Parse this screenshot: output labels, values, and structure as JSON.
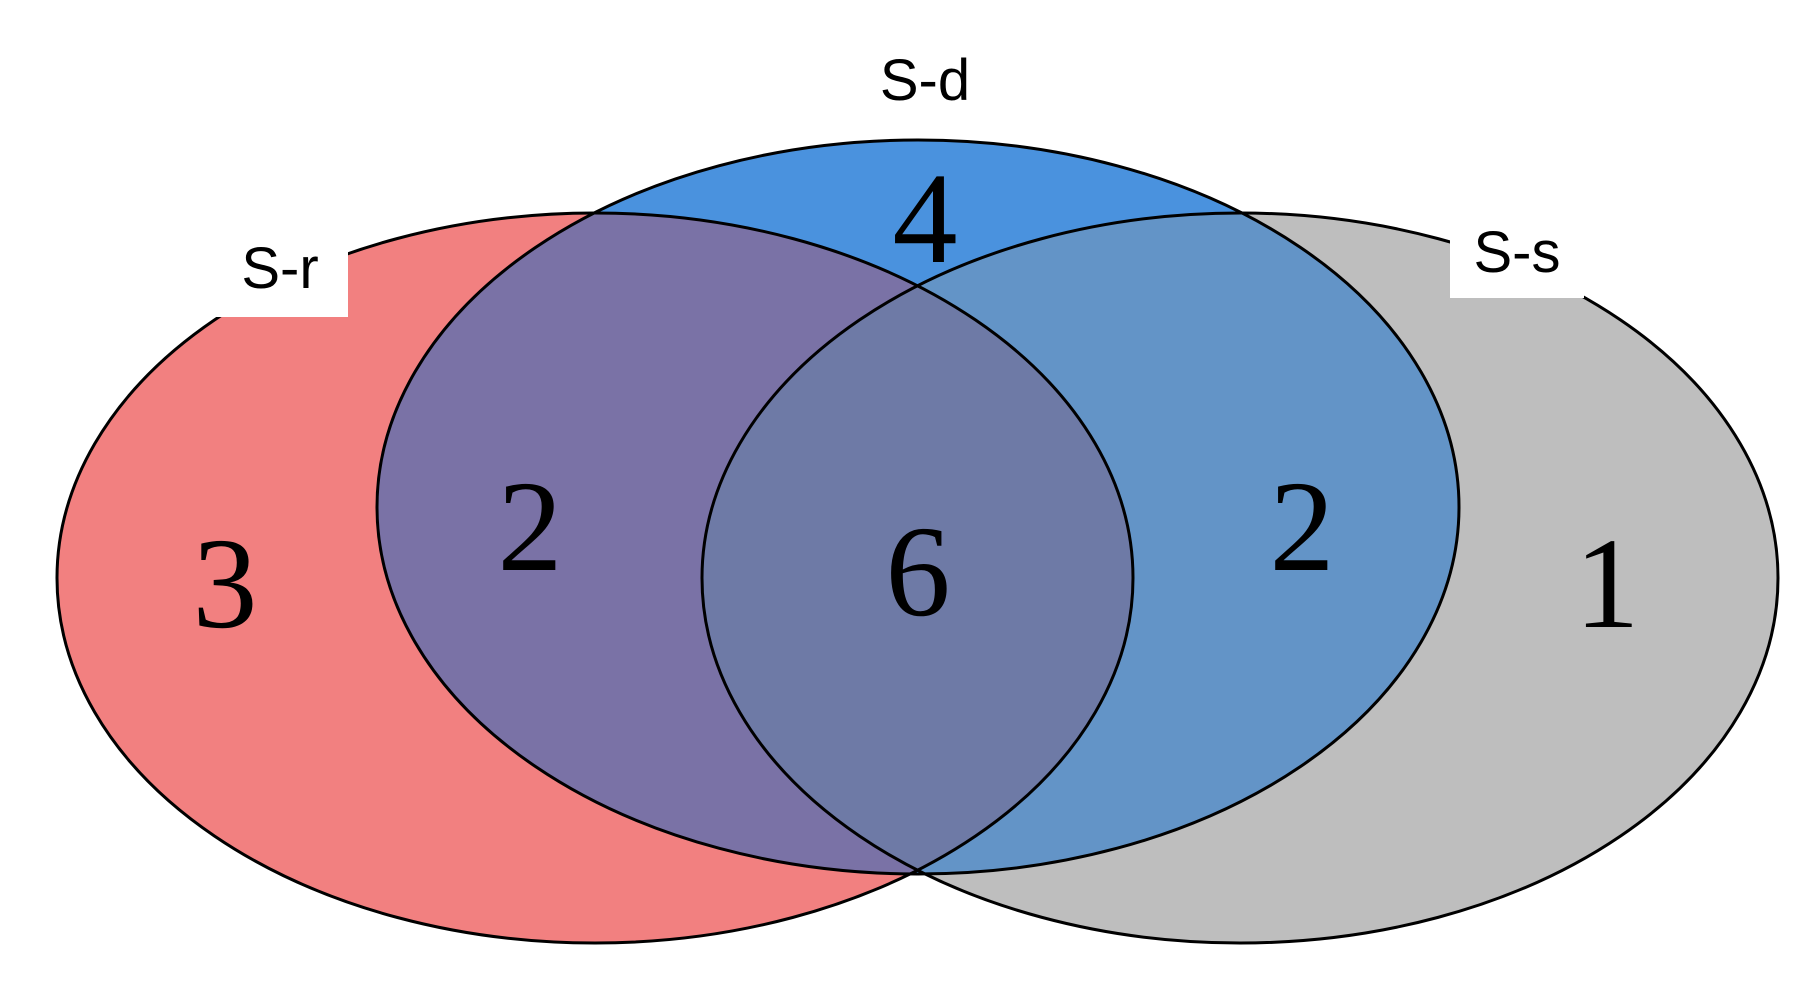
{
  "venn": {
    "sets": [
      {
        "id": "sr",
        "label": "S-r",
        "fill": "#f28080"
      },
      {
        "id": "sd",
        "label": "S-d",
        "fill": "#4a92de"
      },
      {
        "id": "ss",
        "label": "S-s",
        "fill": "#bebebe"
      }
    ],
    "regions": {
      "sr_only": "3",
      "sd_only": "4",
      "ss_only": "1",
      "sr_sd": "2",
      "sd_ss": "2",
      "sr_sd_ss": "6"
    },
    "colors": {
      "sr_sd_overlap": "#7a72a6",
      "sd_ss_overlap": "#6394c7",
      "all_overlap": "#6e7aa6",
      "outline": "#000000"
    }
  }
}
